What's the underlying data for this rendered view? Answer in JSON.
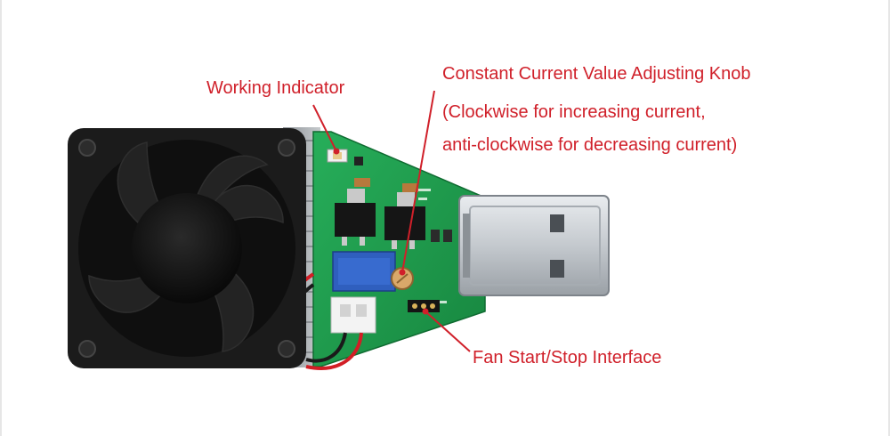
{
  "annotations": {
    "working_indicator": "Working Indicator",
    "knob_line_1": "Constant Current Value Adjusting Knob",
    "knob_line_2": "(Clockwise for increasing current,",
    "knob_line_3": "anti-clockwise for decreasing current)",
    "fan_interface": "Fan Start/Stop Interface"
  },
  "colors": {
    "annotation_red": "#d0202a",
    "pcb_green": "#1e9e4e",
    "fan_black": "#1b1b1b",
    "usb_metal": "#c9cdd1"
  },
  "icons": [
    "cooling-fan-icon",
    "heatsink-icon",
    "usb-plug-icon",
    "potentiometer-knob-icon",
    "led-indicator-icon",
    "fan-header-pins-icon"
  ]
}
